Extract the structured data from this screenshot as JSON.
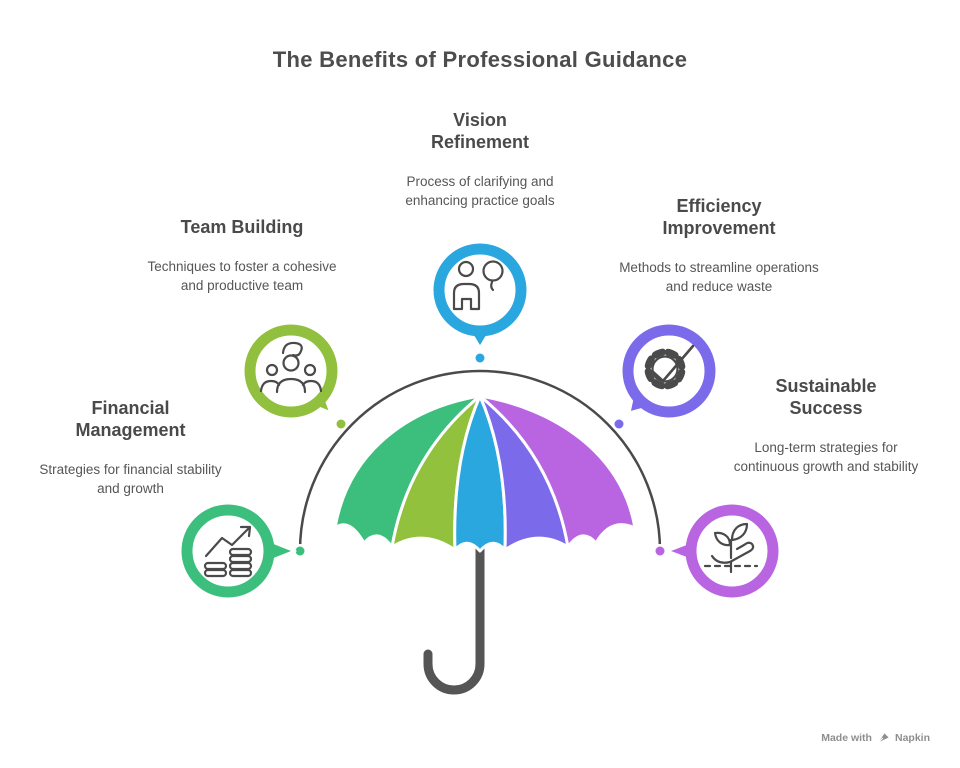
{
  "page": {
    "title": "The Benefits of Professional Guidance",
    "background": "#ffffff"
  },
  "watermark": {
    "prefix": "Made with",
    "brand": "Napkin"
  },
  "diagram": {
    "type": "umbrella-radial",
    "arc_color": "#4a4a4a",
    "handle_color": "#555555",
    "icon_stroke_color": "#4a4a4a",
    "umbrella_panel_colors": [
      "#3cbe7d",
      "#92c13d",
      "#2aa7df",
      "#7b6aea",
      "#b964e1"
    ]
  },
  "nodes": [
    {
      "id": "financial-management",
      "title": "Financial Management",
      "title_lines": [
        "Financial",
        "Management"
      ],
      "description": "Strategies for financial stability and growth",
      "color": "#3cbe7d",
      "icon": "growth-chart-coins-icon"
    },
    {
      "id": "team-building",
      "title": "Team Building",
      "title_lines": [
        "Team Building"
      ],
      "description": "Techniques to foster a cohesive and productive team",
      "color": "#90c03d",
      "icon": "team-people-icon"
    },
    {
      "id": "vision-refinement",
      "title": "Vision Refinement",
      "title_lines": [
        "Vision",
        "Refinement"
      ],
      "description": "Process of clarifying and enhancing practice goals",
      "color": "#2aa7df",
      "icon": "person-idea-balloon-icon"
    },
    {
      "id": "efficiency-improvement",
      "title": "Efficiency Improvement",
      "title_lines": [
        "Efficiency",
        "Improvement"
      ],
      "description": "Methods to streamline operations and reduce waste",
      "color": "#7b6aea",
      "icon": "gear-check-icon"
    },
    {
      "id": "sustainable-success",
      "title": "Sustainable Success",
      "title_lines": [
        "Sustainable",
        "Success"
      ],
      "description": "Long-term strategies for continuous growth and stability",
      "color": "#b964e1",
      "icon": "hand-sprout-icon"
    }
  ]
}
